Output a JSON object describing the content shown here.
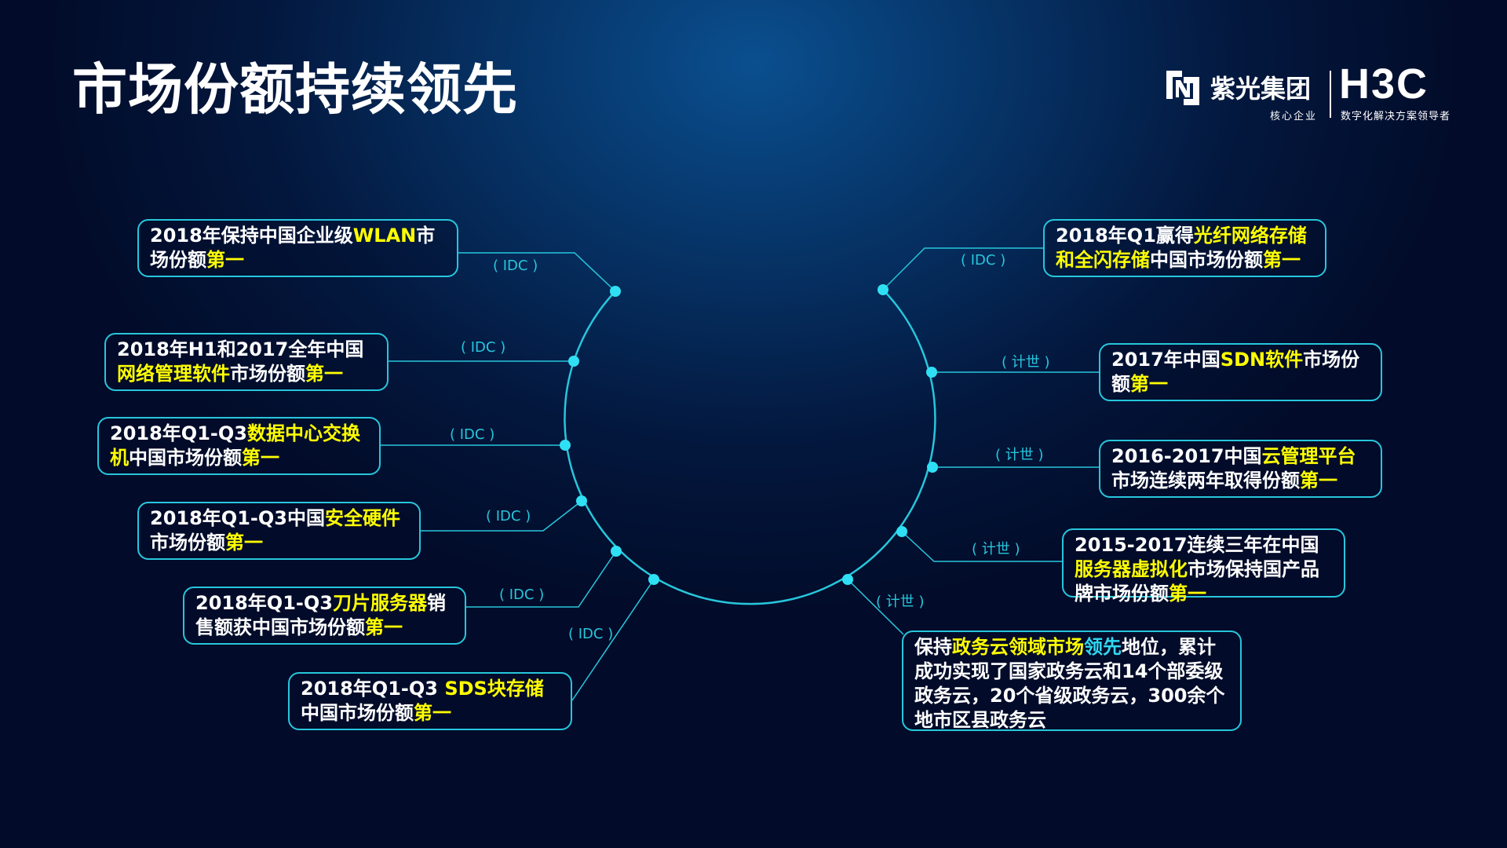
{
  "title": "市场份额持续领先",
  "logo": {
    "group_name": "紫光集团",
    "group_sub": "核心企业",
    "brand": "H3C",
    "brand_sub": "数字化解决方案领导者"
  },
  "colors": {
    "accent": "#27c6dc",
    "highlight": "#ffff00",
    "highlight_cyan": "#2fd8f0"
  },
  "items": [
    {
      "source": "( IDC )",
      "segments": [
        {
          "t": "2018年保持中国企业级"
        },
        {
          "t": "WLAN",
          "h": "y"
        },
        {
          "t": "市场份额"
        },
        {
          "t": "第一",
          "h": "y"
        }
      ]
    },
    {
      "source": "( IDC )",
      "segments": [
        {
          "t": "2018年H1和2017全年中国"
        },
        {
          "t": "网络管理软件",
          "h": "y"
        },
        {
          "t": "市场份额"
        },
        {
          "t": "第一",
          "h": "y"
        }
      ]
    },
    {
      "source": "( IDC )",
      "segments": [
        {
          "t": "2018年Q1-Q3"
        },
        {
          "t": "数据中心交换机",
          "h": "y"
        },
        {
          "t": "中国市场份额"
        },
        {
          "t": "第一",
          "h": "y"
        }
      ]
    },
    {
      "source": "( IDC )",
      "segments": [
        {
          "t": "2018年Q1-Q3中国"
        },
        {
          "t": "安全硬件",
          "h": "y"
        },
        {
          "t": "市场份额"
        },
        {
          "t": "第一",
          "h": "y"
        }
      ]
    },
    {
      "source": "( IDC )",
      "segments": [
        {
          "t": "2018年Q1-Q3"
        },
        {
          "t": "刀片服务器",
          "h": "y"
        },
        {
          "t": "销售额获中国市场份额"
        },
        {
          "t": "第一",
          "h": "y"
        }
      ]
    },
    {
      "source": "( IDC )",
      "segments": [
        {
          "t": "2018年Q1-Q3  "
        },
        {
          "t": "SDS块存储",
          "h": "y"
        },
        {
          "t": "中国市场份额"
        },
        {
          "t": "第一",
          "h": "y"
        }
      ]
    },
    {
      "source": "( IDC )",
      "segments": [
        {
          "t": "2018年Q1赢得"
        },
        {
          "t": "光纤网络存储和全闪存储",
          "h": "y"
        },
        {
          "t": "中国市场份额"
        },
        {
          "t": "第一",
          "h": "y"
        }
      ]
    },
    {
      "source": "( 计世 )",
      "segments": [
        {
          "t": "2017年中国"
        },
        {
          "t": "SDN软件",
          "h": "y"
        },
        {
          "t": "市场份额"
        },
        {
          "t": "第一",
          "h": "y"
        }
      ]
    },
    {
      "source": "( 计世 )",
      "segments": [
        {
          "t": "2016-2017中国"
        },
        {
          "t": "云管理平台",
          "h": "y"
        },
        {
          "t": "市场连续两年取得份额"
        },
        {
          "t": "第一",
          "h": "y"
        }
      ]
    },
    {
      "source": "( 计世 )",
      "segments": [
        {
          "t": "2015-2017连续三年在中国"
        },
        {
          "t": "服务器虚拟化",
          "h": "y"
        },
        {
          "t": "市场保持国产品牌市场份额"
        },
        {
          "t": "第一",
          "h": "y"
        }
      ]
    },
    {
      "source": "( 计世 )",
      "segments": [
        {
          "t": "保持"
        },
        {
          "t": "政务云领域市场",
          "h": "y"
        },
        {
          "t": "领先",
          "h": "c"
        },
        {
          "t": "地位，累计成功实现了国家政务云和14个部委级政务云，20个省级政务云，300余个地市区县政务云"
        }
      ]
    }
  ]
}
